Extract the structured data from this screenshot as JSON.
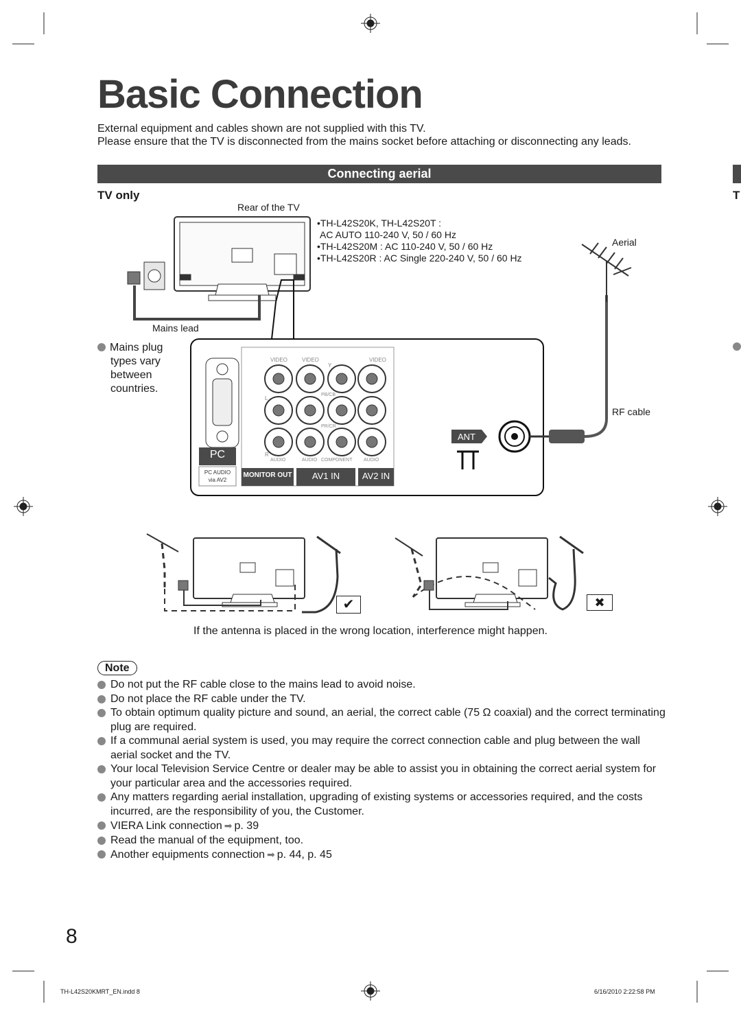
{
  "page": {
    "title": "Basic Connection",
    "intro": [
      "External equipment and cables shown are not supplied with this TV.",
      "Please ensure that the TV is disconnected from the mains socket before attaching or disconnecting any leads."
    ],
    "section_bar": "Connecting aerial",
    "subheading": "TV only",
    "subheading_edge": "T",
    "page_number": "8",
    "footer_left": "TH-L42S20KMRT_EN.indd   8",
    "footer_right": "6/16/2010   2:22:58 PM"
  },
  "diagram": {
    "rear_label": "Rear of the TV",
    "specs": [
      "•TH-L42S20K, TH-L42S20T :",
      "  AC AUTO 110-240 V, 50 / 60 Hz",
      "•TH-L42S20M : AC 110-240 V, 50 / 60 Hz",
      "•TH-L42S20R : AC Single 220-240 V, 50 / 60 Hz"
    ],
    "aerial_label": "Aerial",
    "mains_lead_label": "Mains lead",
    "rf_cable_label": "RF cable",
    "mains_note": [
      "Mains plug",
      "types vary",
      "between",
      "countries."
    ],
    "panel": {
      "pc": "PC",
      "pc_audio": "PC AUDIO",
      "via_av2": "via AV2",
      "monitor_out": "MONITOR OUT",
      "av1_in": "AV1 IN",
      "av2_in": "AV2 IN",
      "ant": "ANT",
      "video": "VIDEO",
      "audio": "AUDIO",
      "component": "COMPONENT",
      "y": "Y",
      "pb": "PB/CB",
      "pr": "PR/CR",
      "l": "L",
      "r": "R"
    },
    "correct_mark": "✔",
    "wrong_mark": "✖"
  },
  "caption": "If the antenna is placed in the wrong location, interference might happen.",
  "note_label": "Note",
  "notes": [
    "Do not put the RF cable close to the mains lead to avoid noise.",
    "Do not place the RF cable under the TV.",
    "To obtain optimum quality picture and sound, an aerial, the correct cable (75 Ω coaxial) and the correct terminating plug are required.",
    "If a communal aerial system is used, you may require the correct connection cable and plug between the wall aerial socket and the TV.",
    "Your local Television Service Centre or dealer may be able to assist you in obtaining the correct aerial system for your particular area and the accessories required.",
    "Any matters regarding aerial installation, upgrading of existing systems or accessories required, and the costs incurred, are the responsibility of you, the Customer."
  ],
  "refs": [
    {
      "text": "VIERA Link connection",
      "page": "p. 39"
    },
    {
      "text": "Read the manual of the equipment, too.",
      "page": ""
    },
    {
      "text": "Another equipments connection",
      "page": "p. 44, p. 45"
    }
  ]
}
